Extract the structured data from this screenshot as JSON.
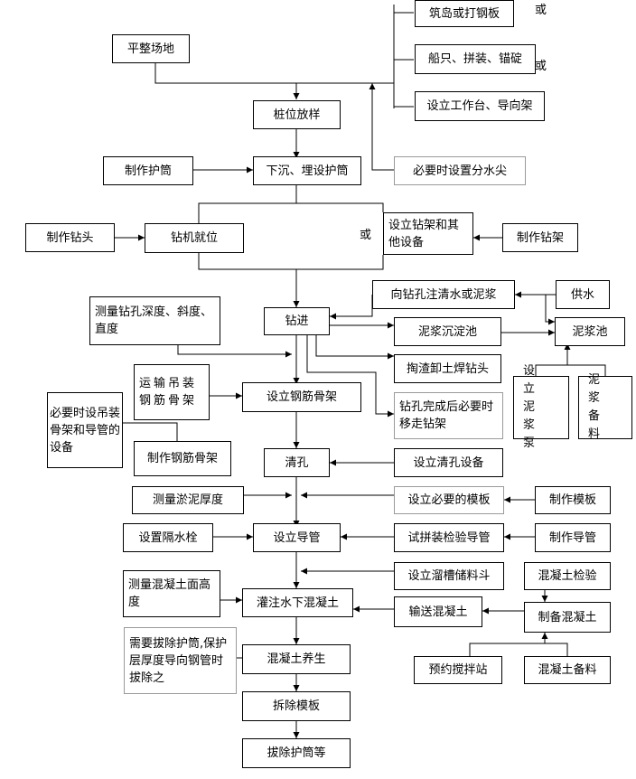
{
  "nodes": {
    "zhudao": "筑岛或打钢板",
    "pingzheng": "平整场地",
    "chuanzhi": "船只、拼装、锚碇",
    "gongzuotai": "设立工作台、导向架",
    "zhuangwei": "桩位放样",
    "zhizuo_hutong": "制作护筒",
    "xiachen": "下沉、埋设护筒",
    "fenshuijian": "必要时设置分水尖",
    "zhizuo_zuantou": "制作钻头",
    "zuanji": "钻机就位",
    "zuanjia_shebei": "设立钻架和其他设备",
    "zhizuo_zuanjia": "制作钻架",
    "zhushui": "向钻孔注清水或泥浆",
    "gongshui": "供水",
    "celiang_zuankong": "测量钻孔深度、斜度、直度",
    "zuanjin": "钻进",
    "chendianchi": "泥浆沉淀池",
    "nijiangchi": "泥浆池",
    "taozha": "掏渣卸土焊钻头",
    "yunshu_gujia": "运输吊装钢筋骨架",
    "gujia": "设立钢筋骨架",
    "yizou_zuanjia": "钻孔完成后必要时移走钻架",
    "nijiangbeng": "设立泥浆泵",
    "nijiang_beiliao": "泥浆备料",
    "diao_shebei": "必要时设吊装骨架和导管的设备",
    "zhizuo_gujia": "制作钢筋骨架",
    "qingkong": "清孔",
    "qingkong_shebei": "设立清孔设备",
    "celiang_yuni": "测量淤泥厚度",
    "moban": "设立必要的模板",
    "zhizuo_moban": "制作模板",
    "geshuishuan": "设置隔水栓",
    "daoguan": "设立导管",
    "shipin_daoguan": "试拼装检验导管",
    "zhizuo_daoguan": "制作导管",
    "liucao": "设立溜槽储料斗",
    "jianyan": "混凝土检验",
    "celiang_hunningtu": "测量混凝土面高度",
    "guanzhu": "灌注水下混凝土",
    "shusong": "输送混凝土",
    "zhibei": "制备混凝土",
    "bachu_note": "需要拔除护筒,保护层厚度导向钢管时拔除之",
    "yangsheng": "混凝土养生",
    "yuyue": "预约搅拌站",
    "hunningtu_beiliao": "混凝土备料",
    "chaichu_moban": "拆除模板",
    "bachu_hutong": "拔除护筒等"
  },
  "labels": {
    "or1": "或",
    "or2": "或",
    "or3": "或"
  }
}
